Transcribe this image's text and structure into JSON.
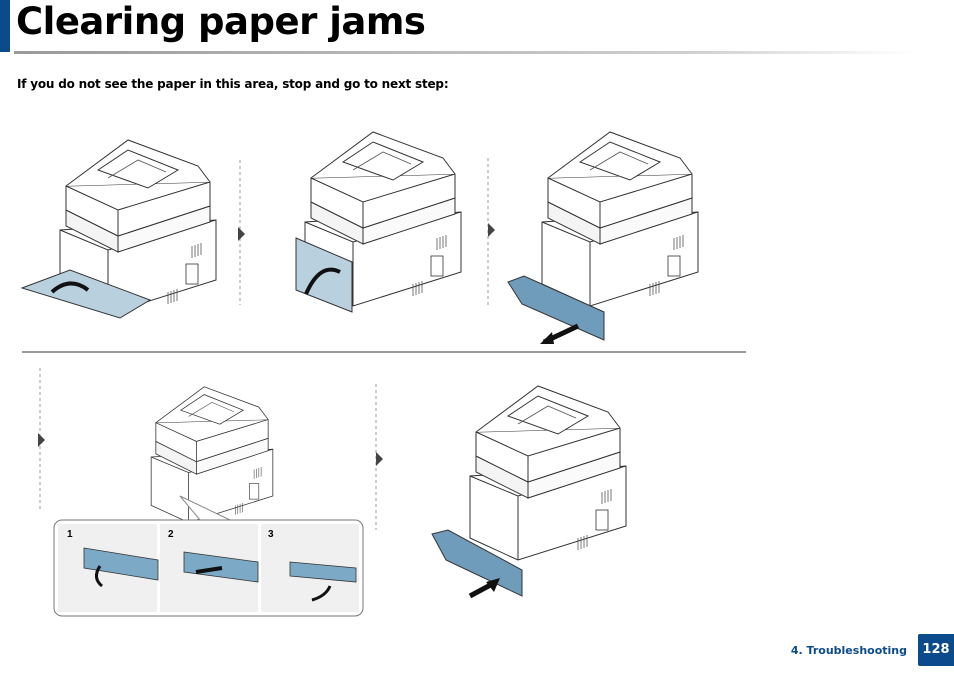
{
  "page": {
    "title": "Clearing paper jams",
    "instruction": "If you do not see the paper in this area, stop and go to next step:",
    "accent_color": "#0b4a8b"
  },
  "illustration": {
    "inset_steps": [
      "1",
      "2",
      "3"
    ],
    "arrow_icon": "play-right-triangle"
  },
  "footer": {
    "section": "4. Troubleshooting",
    "page_number": "128"
  }
}
